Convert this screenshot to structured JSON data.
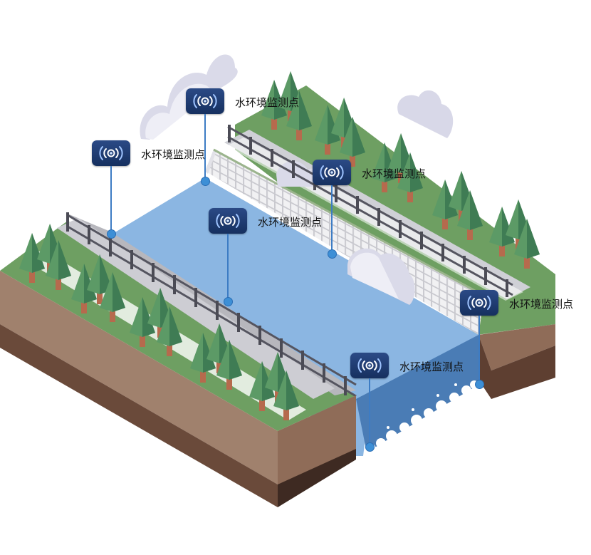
{
  "monitoring_points": [
    {
      "id": "p1",
      "label": "水环境监测点",
      "icon": "signal-broadcast-icon"
    },
    {
      "id": "p2",
      "label": "水环境监测点",
      "icon": "signal-broadcast-icon"
    },
    {
      "id": "p3",
      "label": "水环境监测点",
      "icon": "signal-broadcast-icon"
    },
    {
      "id": "p4",
      "label": "水环境监测点",
      "icon": "signal-broadcast-icon"
    },
    {
      "id": "p5",
      "label": "水环境监测点",
      "icon": "signal-broadcast-icon"
    },
    {
      "id": "p6",
      "label": "水环境监测点",
      "icon": "signal-broadcast-icon"
    }
  ],
  "colors": {
    "water": "#8bb6e2",
    "water_dark": "#4a7cb5",
    "grass": "#6e9f62",
    "soil": "#a0816d",
    "soil_dark": "#6a4a3a",
    "badge": "#1f3a6e",
    "pin": "#3d8fd6"
  }
}
